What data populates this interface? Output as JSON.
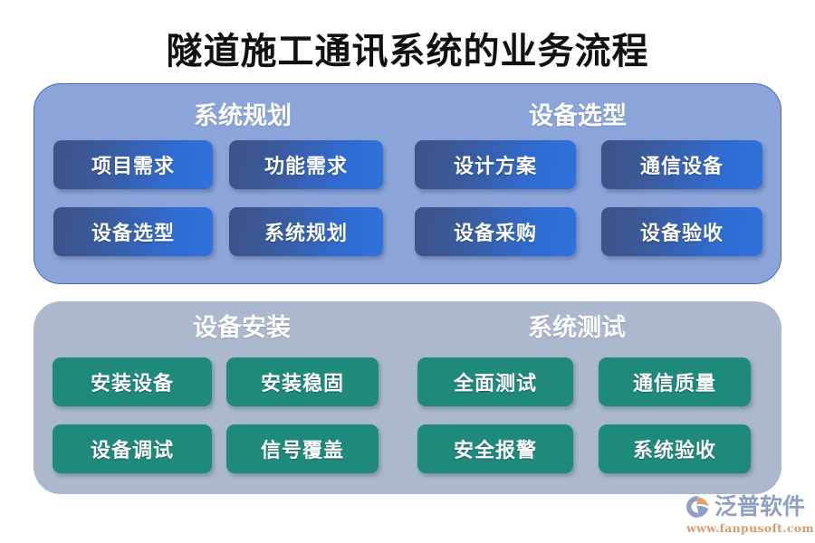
{
  "page": {
    "title": "隧道施工通讯系统的业务流程",
    "background_color": "#ffffff"
  },
  "colors": {
    "panel_blue": "#8ba4da",
    "panel_blue_border": "#476cbd",
    "panel_grey": "#abb8ce",
    "card_blue_start": "#3c5286",
    "card_blue_end": "#2f72dd",
    "card_green": "#1e8a7c",
    "title_text": "#111111",
    "card_text": "#ffffff",
    "logo_word": "#8f9fc4",
    "logo_url": "#d79a6e"
  },
  "panels": [
    {
      "id": "panel-planning",
      "style": "blue",
      "groups": [
        {
          "id": "group-system-planning",
          "header": "系统规划",
          "cards": [
            {
              "label": "项目需求",
              "row": 1,
              "col": 1
            },
            {
              "label": "功能需求",
              "row": 1,
              "col": 2
            },
            {
              "label": "设备选型",
              "row": 2,
              "col": 1
            },
            {
              "label": "系统规划",
              "row": 2,
              "col": 2
            }
          ]
        },
        {
          "id": "group-equipment-selection",
          "header": "设备选型",
          "cards": [
            {
              "label": "设计方案",
              "row": 1,
              "col": 3
            },
            {
              "label": "通信设备",
              "row": 1,
              "col": 4
            },
            {
              "label": "设备采购",
              "row": 2,
              "col": 3
            },
            {
              "label": "设备验收",
              "row": 2,
              "col": 4
            }
          ]
        }
      ]
    },
    {
      "id": "panel-installation",
      "style": "grey",
      "groups": [
        {
          "id": "group-equipment-installation",
          "header": "设备安装",
          "cards": [
            {
              "label": "安装设备",
              "row": 1,
              "col": 1
            },
            {
              "label": "安装稳固",
              "row": 1,
              "col": 2
            },
            {
              "label": "设备调试",
              "row": 2,
              "col": 1
            },
            {
              "label": "信号覆盖",
              "row": 2,
              "col": 2
            }
          ]
        },
        {
          "id": "group-system-testing",
          "header": "系统测试",
          "cards": [
            {
              "label": "全面测试",
              "row": 1,
              "col": 3
            },
            {
              "label": "通信质量",
              "row": 1,
              "col": 4
            },
            {
              "label": "安全报警",
              "row": 2,
              "col": 3
            },
            {
              "label": "系统验收",
              "row": 2,
              "col": 4
            }
          ]
        }
      ]
    }
  ],
  "logo": {
    "icon": "fanpu-swirl-logo-icon",
    "brand": "泛普软件",
    "url": "www.fanpusoft.com"
  }
}
